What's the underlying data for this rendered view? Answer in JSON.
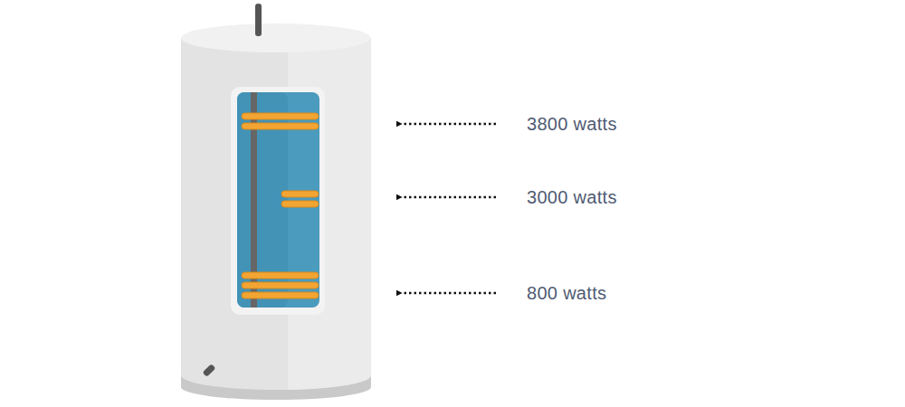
{
  "diagram": {
    "labels": [
      "3800 watts",
      "3000 watts",
      "800 watts"
    ]
  }
}
